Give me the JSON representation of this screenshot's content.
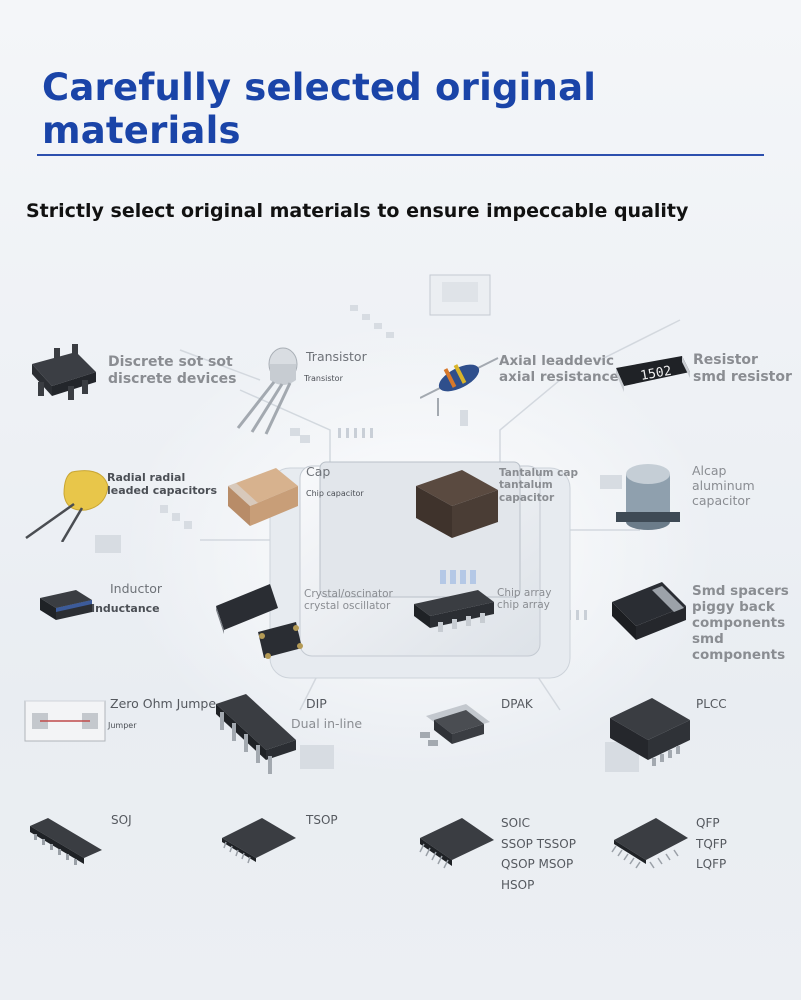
{
  "header": {
    "title": "Carefully selected original materials",
    "subtitle": "Strictly select original materials to ensure impeccable quality"
  },
  "colors": {
    "title": "#1a44a8",
    "rule": "#2d4fae",
    "label": "#8a8d92"
  },
  "components": [
    {
      "name": "discrete-sot",
      "icon": "sot-package-icon",
      "label": "Discrete sot sot\ndiscrete devices"
    },
    {
      "name": "transistor",
      "icon": "transistor-icon",
      "label": "Transistor",
      "sublabel": "Transistor"
    },
    {
      "name": "axial-lead",
      "icon": "axial-resistor-icon",
      "label": "Axial leaddevic\naxial resistance"
    },
    {
      "name": "resistor",
      "icon": "smd-resistor-icon",
      "label": "Resistor\nsmd resistor",
      "marking": "1502"
    },
    {
      "name": "radial-capacitor",
      "icon": "radial-capacitor-icon",
      "label": "Radial radial\nleaded capacitors"
    },
    {
      "name": "cap",
      "icon": "chip-capacitor-icon",
      "label": "Cap",
      "sublabel": "Chip capacitor"
    },
    {
      "name": "tantalum",
      "icon": "tantalum-capacitor-icon",
      "label": "Tantalum cap\ntantalum\ncapacitor"
    },
    {
      "name": "alcap",
      "icon": "aluminum-capacitor-icon",
      "label": "Alcap\naluminum\ncapacitor"
    },
    {
      "name": "inductor",
      "icon": "inductor-icon",
      "label": "Inductor",
      "sublabel": "Inductance"
    },
    {
      "name": "crystal",
      "icon": "crystal-oscillator-icon",
      "label": "Crystal/oscinator\ncrystal oscillator"
    },
    {
      "name": "chip-array",
      "icon": "chip-array-icon",
      "label": "Chip array\nchip array"
    },
    {
      "name": "smd-spacers",
      "icon": "smd-spacer-icon",
      "label": "Smd spacers\npiggy back\ncomponents\nsmd\ncomponents"
    },
    {
      "name": "zero-ohm",
      "icon": "zero-ohm-jumper-icon",
      "label": "Zero Ohm Jumpe",
      "sublabel": "Jumper"
    },
    {
      "name": "dip",
      "icon": "dip-package-icon",
      "label": "DIP",
      "sublabel": "Dual in-line"
    },
    {
      "name": "dpak",
      "icon": "dpak-package-icon",
      "label": "DPAK"
    },
    {
      "name": "plcc",
      "icon": "plcc-package-icon",
      "label": "PLCC"
    },
    {
      "name": "soj",
      "icon": "soj-package-icon",
      "label": "SOJ"
    },
    {
      "name": "tsop",
      "icon": "tsop-package-icon",
      "label": "TSOP"
    },
    {
      "name": "soic",
      "icon": "soic-package-icon",
      "label": "SOIC\nSSOP TSSOP\nQSOP MSOP\nHSOP"
    },
    {
      "name": "qfp",
      "icon": "qfp-package-icon",
      "label": "QFP\nTQFP\nLQFP"
    }
  ]
}
